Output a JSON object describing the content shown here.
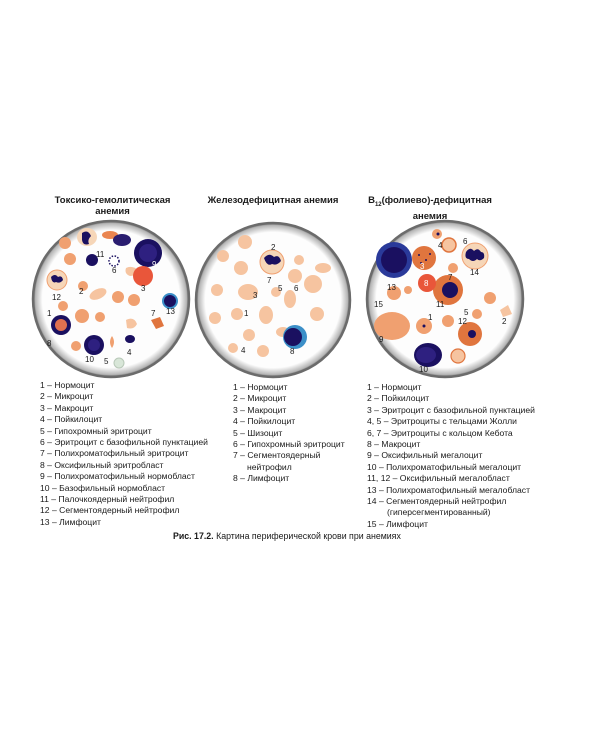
{
  "panels": [
    {
      "title_line1": "Токсико-гемолитическая",
      "title_line2": "анемия",
      "legend": [
        "1 – Нормоцит",
        "2 – Микроцит",
        "3 – Макроцит",
        "4 – Пойкилоцит",
        "5 – Гипохромный эритроцит",
        "6 – Эритроцит с базофильной пунктацией",
        "7 – Полихроматофильный эритроцит",
        "8 – Оксифильный эритробласт",
        "9 – Полихроматофильный нормобласт",
        "10 – Базофильный нормобласт",
        "11 – Палочкоядерный нейтрофил",
        "12 – Сегментоядерный нейтрофил",
        "13 – Лимфоцит"
      ],
      "cell_numbers": [
        "11",
        "9",
        "6",
        "2",
        "3",
        "12",
        "1",
        "13",
        "8",
        "7",
        "10",
        "5",
        "4"
      ]
    },
    {
      "title": "Железодефицитная анемия",
      "legend": [
        "1 – Нормоцит",
        "2 – Микроцит",
        "3 – Макроцит",
        "4 – Пойкилоцит",
        "5 – Шизоцит",
        "6 – Гипохромный эритроцит",
        "7 – Сегментоядерный",
        "нейтрофил",
        "8 – Лимфоцит"
      ],
      "cell_numbers": [
        "2",
        "7",
        "5",
        "3",
        "6",
        "1",
        "4",
        "8"
      ]
    },
    {
      "title_prefix": "B",
      "title_sub": "12",
      "title_rest": "(фолиево)-дефицитная",
      "title_line2": "анемия",
      "legend": [
        "1 – Нормоцит",
        "2 – Пойкилоцит",
        "3 – Эритроцит с базофильной пунктацией",
        "4, 5 – Эритроциты с тельцами Жолли",
        "6, 7 – Эритроциты с кольцом Кебота",
        "8 – Макроцит",
        "9 – Оксифильный мегалоцит",
        "10 – Полихроматофильный мегалоцит",
        "11, 12 – Оксифильный мегалобласт",
        "13 – Полихроматофильный мегалобласт",
        "14 – Сегментоядерный нейтрофил",
        "(гиперсегментированный)",
        "15 – Лимфоцит"
      ],
      "cell_numbers": [
        "4",
        "6",
        "3",
        "7",
        "14",
        "13",
        "8",
        "15",
        "11",
        "5",
        "1",
        "2",
        "12",
        "9",
        "10"
      ]
    }
  ],
  "caption": {
    "label": "Рис. 17.2.",
    "text": " Картина периферической крови при анемиях"
  },
  "colors": {
    "rbc": "#f0a070",
    "rbc_pale": "#f6c4a0",
    "rbc_dark": "#e0753e",
    "nucleus": "#1a1060",
    "nucleus_purple": "#3a2a8a",
    "background": "#ffffff",
    "circle_rim": "#6b6b6b",
    "plasma": "#fbfbfb"
  }
}
